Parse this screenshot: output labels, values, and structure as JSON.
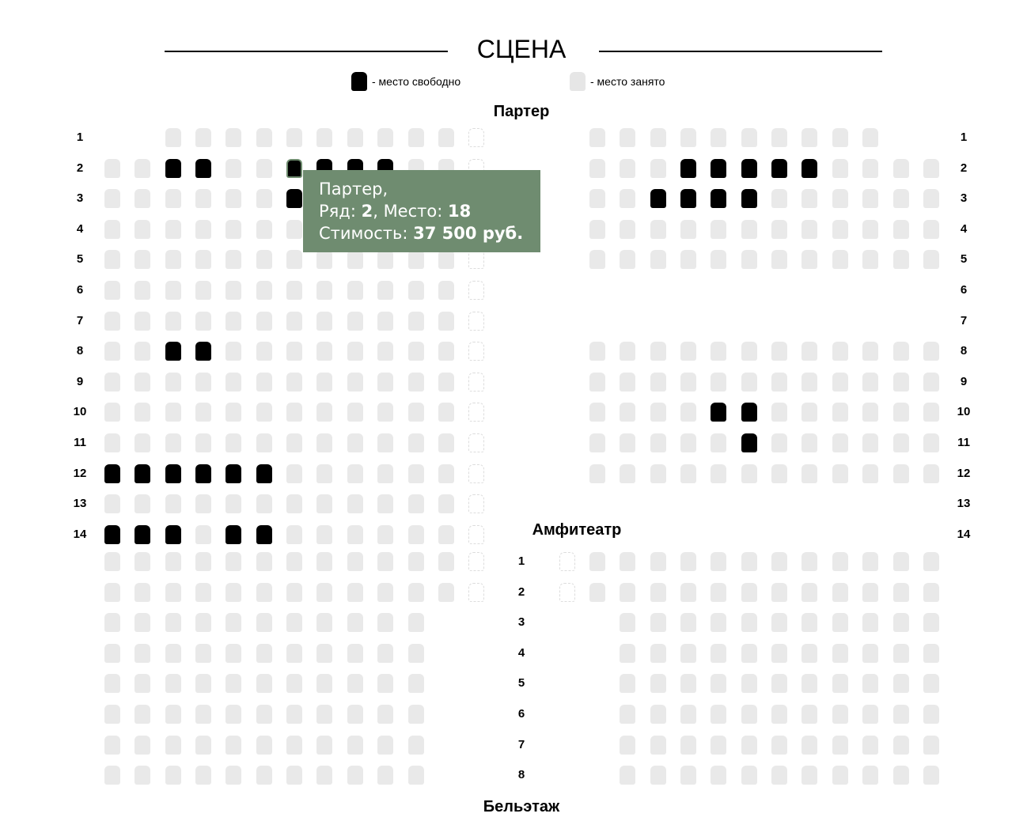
{
  "stage": {
    "title": "СЦЕНА"
  },
  "legend": {
    "free_label": "- место свободно",
    "taken_label": "- место занято"
  },
  "sections": {
    "parter": {
      "title": "Партер",
      "rows": [
        "1",
        "2",
        "3",
        "4",
        "5",
        "6",
        "7",
        "8",
        "9",
        "10",
        "11",
        "12",
        "13",
        "14"
      ]
    },
    "amphitheater": {
      "title": "Амфитеатр",
      "rows": [
        "1",
        "2",
        "3",
        "4",
        "5",
        "6",
        "7",
        "8"
      ]
    },
    "beletage": {
      "title": "Бельэтаж"
    }
  },
  "tooltip": {
    "section": "Партер,",
    "row_label": "Ряд: ",
    "row_value": "2",
    "sep": ", ",
    "seat_label": "Место: ",
    "seat_value": "18",
    "price_label": "Стимость: ",
    "price_value": "37 500 руб."
  },
  "seatmap": {
    "left": [
      "ttttttttttttg",
      "ttfftfffftttg",
      "tttttftttttttg",
      "tttttttttttttg",
      "tttttttttttttg",
      "tttttttttttttg",
      "tttttttttttttg",
      "ttfftttttttttg",
      "tttttttttttttg",
      "tttttttttttttg",
      "tttttttttttttg",
      "fffffftttttttg",
      "tttttttttttttg",
      "ffftffttttttg",
      "tttttttttttttg",
      "tttttttttttttg",
      "tttttttttttt",
      "tttttttttttt",
      "tttttttttttt",
      "tttttttttttt",
      "tttttttttttt",
      "tttttttttttt"
    ]
  }
}
